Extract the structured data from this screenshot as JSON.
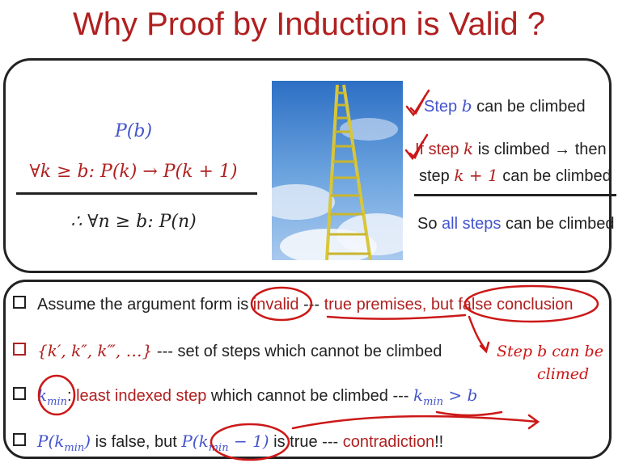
{
  "title": "Why Proof by Induction is Valid ?",
  "argument": {
    "premise1": "P(b)",
    "premise2": "∀k ≥ b: P(k) → P(k + 1)",
    "conclusion": "∴ ∀n ≥ b: P(n)"
  },
  "ladder_analogy": {
    "line1_a": "Step",
    "line1_b": "b",
    "line1_c": " can be climbed",
    "line2_a": "If step ",
    "line2_b": "k",
    "line2_c": " is climbed → then",
    "line3_a": "step ",
    "line3_b": "k + 1",
    "line3_c": " can be climbed",
    "line4_a": "So ",
    "line4_b": "all steps",
    "line4_c": " can be climbed"
  },
  "bullets": {
    "b1_a": "Assume the argument form is ",
    "b1_b": "invalid",
    "b1_c": " --- ",
    "b1_d": "true premises",
    "b1_e": ", but ",
    "b1_f": "false conclusion",
    "b2_a": "{k′, k″, k‴, …}",
    "b2_b": " --- set of steps which cannot be climbed",
    "b3_a": "k",
    "b3_sub": "min",
    "b3_b": ": ",
    "b3_c": "least indexed step",
    "b3_d": " which cannot be climbed --- ",
    "b3_e": "k",
    "b3_esub": "min",
    "b3_f": " > b",
    "b4_a": "P(k",
    "b4_asub": "min",
    "b4_b": ")",
    "b4_c": " is false, but ",
    "b4_d": "P(k",
    "b4_dsub": "min",
    "b4_e": " − 1)",
    "b4_f": " is true --- ",
    "b4_g": "contradiction",
    "b4_h": "!!"
  },
  "handwriting": {
    "note1": "Step b can be",
    "note2": "climed"
  },
  "colors": {
    "title_red": "#b02020",
    "math_blue": "#4455cc",
    "pen_red": "#cc1818"
  },
  "icons": [
    "checkbox-icon",
    "ladder-image",
    "check-mark-icon"
  ]
}
